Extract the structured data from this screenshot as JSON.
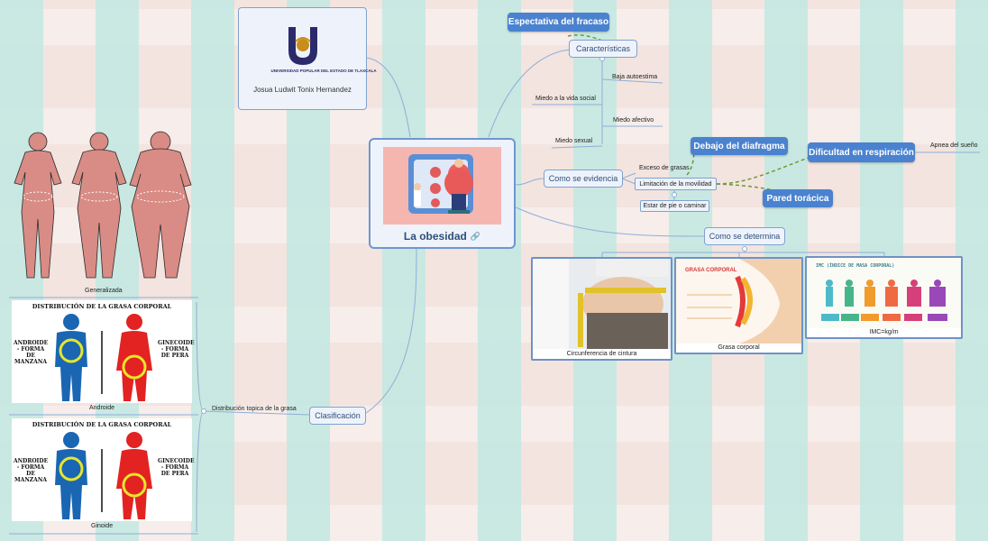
{
  "central": {
    "title": "La obesidad",
    "link_icon": "link-icon"
  },
  "author": {
    "university": "UNIVERSIDAD POPULAR DEL ESTADO DE TLAXCALA",
    "name": "Josua Ludwit Tonix Hernandez"
  },
  "caracteristicas": {
    "label": "Características",
    "top": "Espectativa del fracaso",
    "items": [
      "Baja autoestima",
      "Miedo a la vida social",
      "Miedo afectivo",
      "Miedo sexual"
    ]
  },
  "evidencia": {
    "label": "Como se evidencia",
    "items": [
      "Exceso de grasas",
      "Limitación de la movilidad",
      "Estar de pie o caminar"
    ],
    "diafragma": "Debajo del diafragma",
    "pared": "Pared torácica",
    "dificultad": "Dificultad en respiración",
    "apnea": "Apnea del sueño"
  },
  "determina": {
    "label": "Como se determina",
    "cards": [
      {
        "caption": "Circunferencia de cintura"
      },
      {
        "caption": "Grasa corporal",
        "title": "GRASA CORPORAL"
      },
      {
        "caption": "IMC=kg/m",
        "title": "IMC (ÍNDICE DE MASA CORPORAL)"
      }
    ]
  },
  "clasificacion": {
    "label": "Clasificación",
    "distribucion": "Distribución topica de la grasa",
    "generalizada": "Generalizada",
    "androide": "Androide",
    "ginoide": "Ginoide",
    "card_title": "DISTRIBUCIÓN DE LA GRASA CORPORAL",
    "left_text": "ANDROIDE - FORMA DE MANZANA",
    "right_text": "GINECOIDE - FORMA DE PERA"
  }
}
